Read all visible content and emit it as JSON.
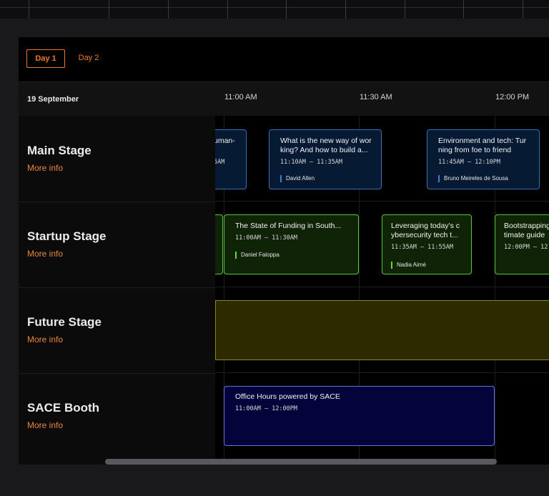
{
  "days": {
    "active": "Day 1",
    "inactive": "Day 2"
  },
  "header": {
    "date": "19 September",
    "times": [
      "11:00 AM",
      "11:30 AM",
      "12:00 PM"
    ]
  },
  "stages": [
    {
      "name": "Main Stage",
      "more": "More info"
    },
    {
      "name": "Startup Stage",
      "more": "More info"
    },
    {
      "name": "Future Stage",
      "more": "More info"
    },
    {
      "name": "SACE Booth",
      "more": "More info"
    }
  ],
  "sessions": {
    "main_partial": {
      "title": "uman-",
      "time": "5AM"
    },
    "main_1": {
      "title": "What is the new way of wor king? And how to build a...",
      "time": "11:10AM – 11:35AM",
      "speaker": "David Allen"
    },
    "main_2": {
      "title": "Environment and tech: Tur ning from foe to friend",
      "time": "11:45AM – 12:10PM",
      "speaker": "Bruno Meireles de Sousa"
    },
    "startup_partial": {
      "title": ":"
    },
    "startup_1": {
      "title": "The State of Funding in South...",
      "time": "11:00AM – 11:30AM",
      "speaker": "Daniel Faloppa"
    },
    "startup_2": {
      "title": "Leveraging today's c ybersecurity tech t...",
      "time": "11:35AM – 11:55AM",
      "speaker": "Nadia Aimé"
    },
    "startup_3": {
      "title": "Bootstrapping timate guide",
      "time": "12:00PM – 12"
    },
    "sace_1": {
      "title": "Office Hours powered by SACE",
      "time": "11:00AM – 12:00PM"
    }
  },
  "colors": {
    "accent": "#f07a2a",
    "main_stage_card": "#071a33",
    "startup_stage_card": "#0f2406",
    "future_stage_card": "#2d2a00",
    "sace_card": "#04043a"
  }
}
